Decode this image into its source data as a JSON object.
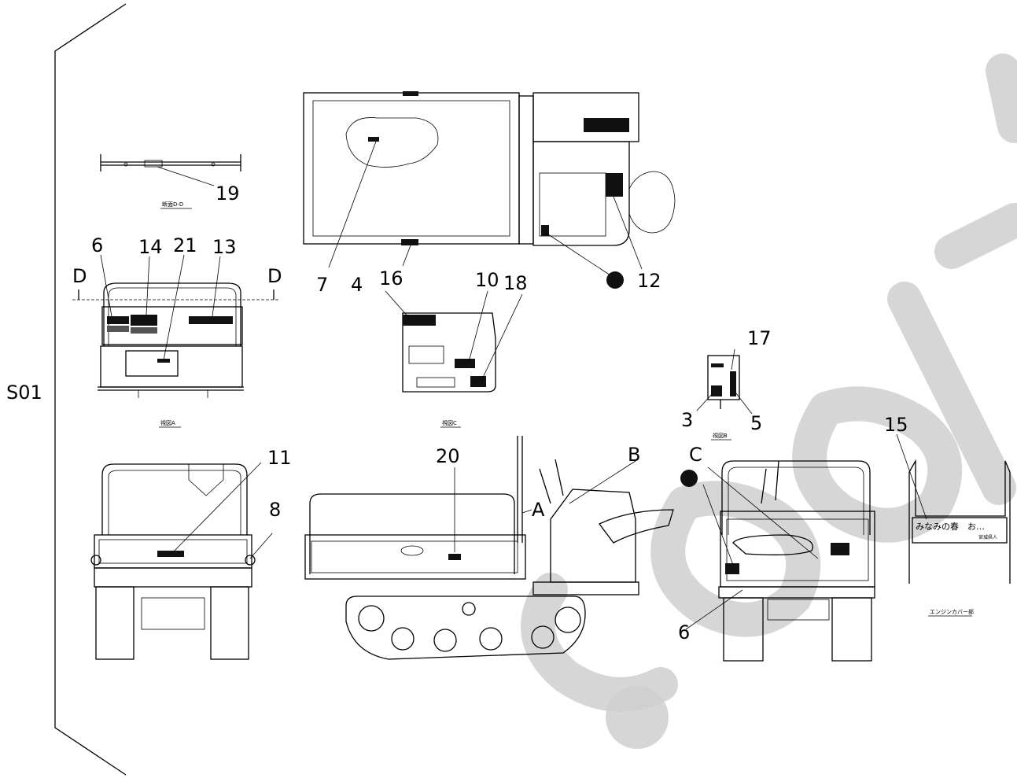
{
  "sheet": {
    "id": "S01"
  },
  "view_captions": {
    "section_dd": "断面D-D",
    "view_a": "視図A",
    "view_b": "視図B",
    "view_c": "視図C",
    "engine_cover": "エンジンカバー部"
  },
  "section_marks": {
    "left": "D",
    "right": "D"
  },
  "view_marks": {
    "a": "A",
    "b": "B",
    "c": "C"
  },
  "callouts": [
    "3",
    "4",
    "5",
    "6",
    "6",
    "7",
    "8",
    "10",
    "11",
    "12",
    "13",
    "14",
    "15",
    "16",
    "17",
    "18",
    "19",
    "20",
    "21"
  ],
  "labels": {
    "n3": "3",
    "n4": "4",
    "n5": "5",
    "n6a": "6",
    "n6b": "6",
    "n7": "7",
    "n8": "8",
    "n10": "10",
    "n11": "11",
    "n12": "12",
    "n13": "13",
    "n14": "14",
    "n15": "15",
    "n16": "16",
    "n17": "17",
    "n18": "18",
    "n19": "19",
    "n20": "20",
    "n21": "21"
  },
  "engine_cover_text": {
    "main": "みなみの春　お…",
    "sub": "宮城県人"
  },
  "watermark": "crn.co.uk",
  "colors": {
    "line": "#000000",
    "watermark": "#cfcfcf",
    "background": "#ffffff"
  }
}
